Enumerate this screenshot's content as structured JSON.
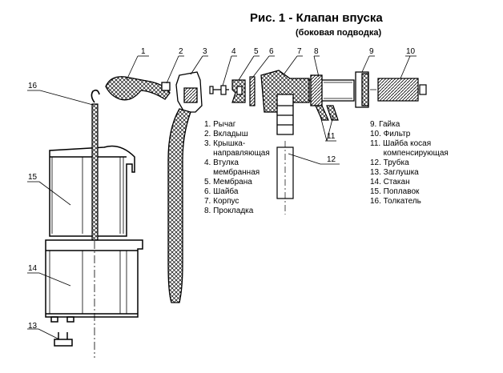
{
  "title": "Рис. 1 - Клапан впуска",
  "subtitle": "(боковая подводка)",
  "legend_left": [
    "1. Рычаг",
    "2. Вкладыш",
    "3. Крышка-\n    направляющая",
    "4. Втулка\n    мембранная",
    "5. Мембрана",
    "6. Шайба",
    "7. Корпус",
    "8. Прокладка"
  ],
  "legend_right": [
    "9. Гайка",
    "10. Фильтр",
    "11. Шайба косая\n      компенсирующая",
    "12. Трубка",
    "13. Заглушка",
    "14. Стакан",
    "15. Поплавок",
    "16. Толкатель"
  ],
  "callouts": [
    "1",
    "2",
    "3",
    "4",
    "5",
    "6",
    "7",
    "8",
    "9",
    "10",
    "11",
    "12",
    "13",
    "14",
    "15",
    "16"
  ]
}
